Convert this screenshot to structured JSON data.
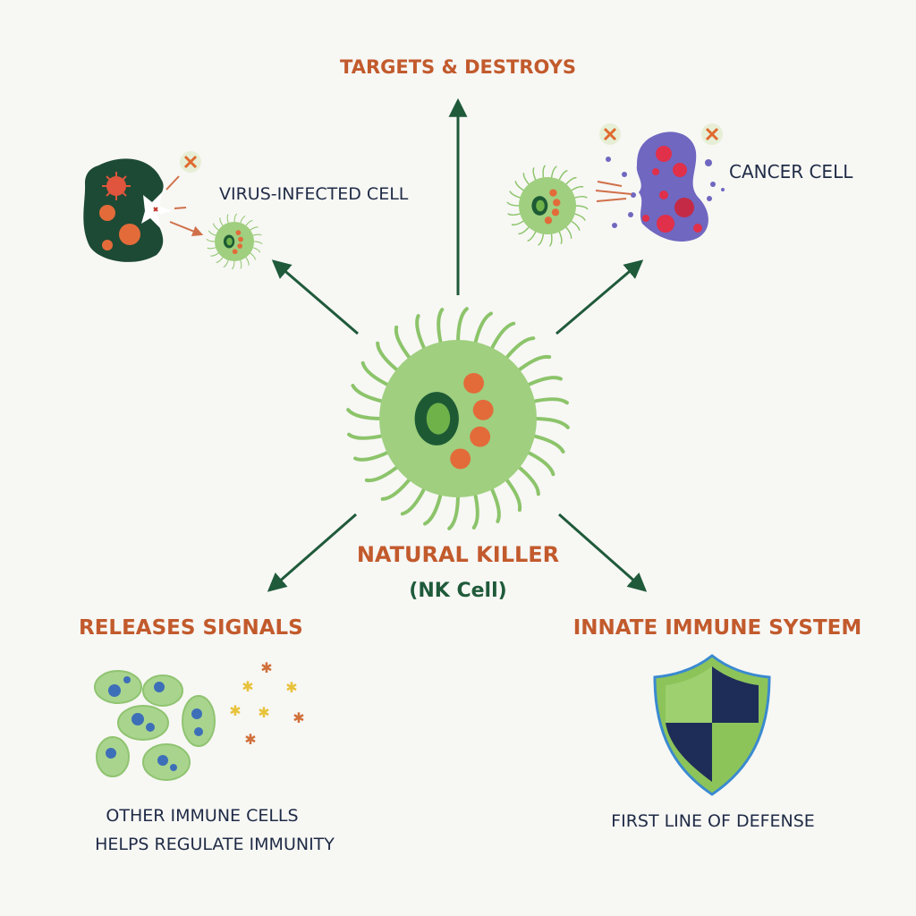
{
  "title": "TARGETS & DESTROYS",
  "center": {
    "name": "NATURAL KILLER",
    "abbr": "(NK Cell)"
  },
  "targets": {
    "virus_label": "VIRUS-INFECTED CELL",
    "cancer_label": "CANCER CELL"
  },
  "signals": {
    "heading": "RELEASES SIGNALS",
    "line1": "OTHER IMMUNE CELLS",
    "line2": "HELPS REGULATE IMMUNITY"
  },
  "innate": {
    "heading": "INNATE IMMUNE SYSTEM",
    "caption": "FIRST LINE OF DEFENSE"
  },
  "colors": {
    "heading": "#c25a2c",
    "text": "#1f2b46",
    "arrow": "#1f5a3a",
    "nk_cell": "#9fcf7f",
    "cancer": "#6f67c0",
    "infected": "#1d4a34"
  }
}
